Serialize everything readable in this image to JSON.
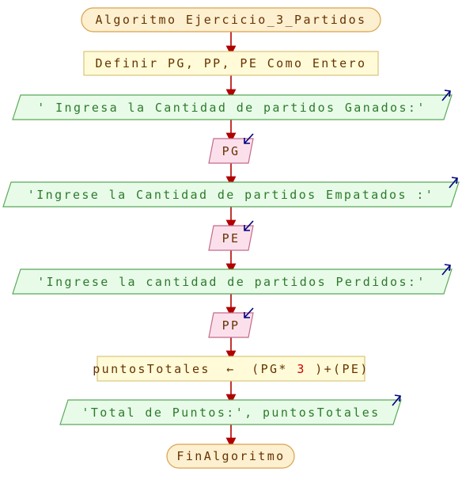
{
  "colors": {
    "terminal_fill": "#fdf0d0",
    "terminal_stroke": "#d9a24b",
    "process_fill": "#fffbd8",
    "process_stroke": "#d8c57a",
    "output_fill": "#e8fbe8",
    "output_stroke": "#5aa85a",
    "input_fill": "#fbe0ec",
    "input_stroke": "#c46a8a",
    "arrow": "#b10000",
    "io_marker": "#000080",
    "text_terminal": "#663300",
    "text_process": "#663300",
    "text_output": "#2d7a2d",
    "text_input": "#663300",
    "text_number": "#cc0000"
  },
  "flowchart": {
    "start": {
      "label": "Algoritmo Ejercicio_3_Partidos"
    },
    "define": {
      "label": "Definir PG, PP, PE Como Entero"
    },
    "out1": {
      "label": "' Ingresa la Cantidad de partidos Ganados:'"
    },
    "in1": {
      "label": "PG"
    },
    "out2": {
      "label": "'Ingrese la Cantidad de partidos Empatados :'"
    },
    "in2": {
      "label": "PE"
    },
    "out3": {
      "label": "'Ingrese la cantidad de partidos Perdidos:'"
    },
    "in3": {
      "label": "PP"
    },
    "assign": {
      "target": "puntosTotales",
      "op": "←",
      "expr_a": "(PG*",
      "number": "3",
      "expr_b": ")+(PE)"
    },
    "out4": {
      "label": "'Total de Puntos:', puntosTotales"
    },
    "end": {
      "label": "FinAlgoritmo"
    }
  }
}
